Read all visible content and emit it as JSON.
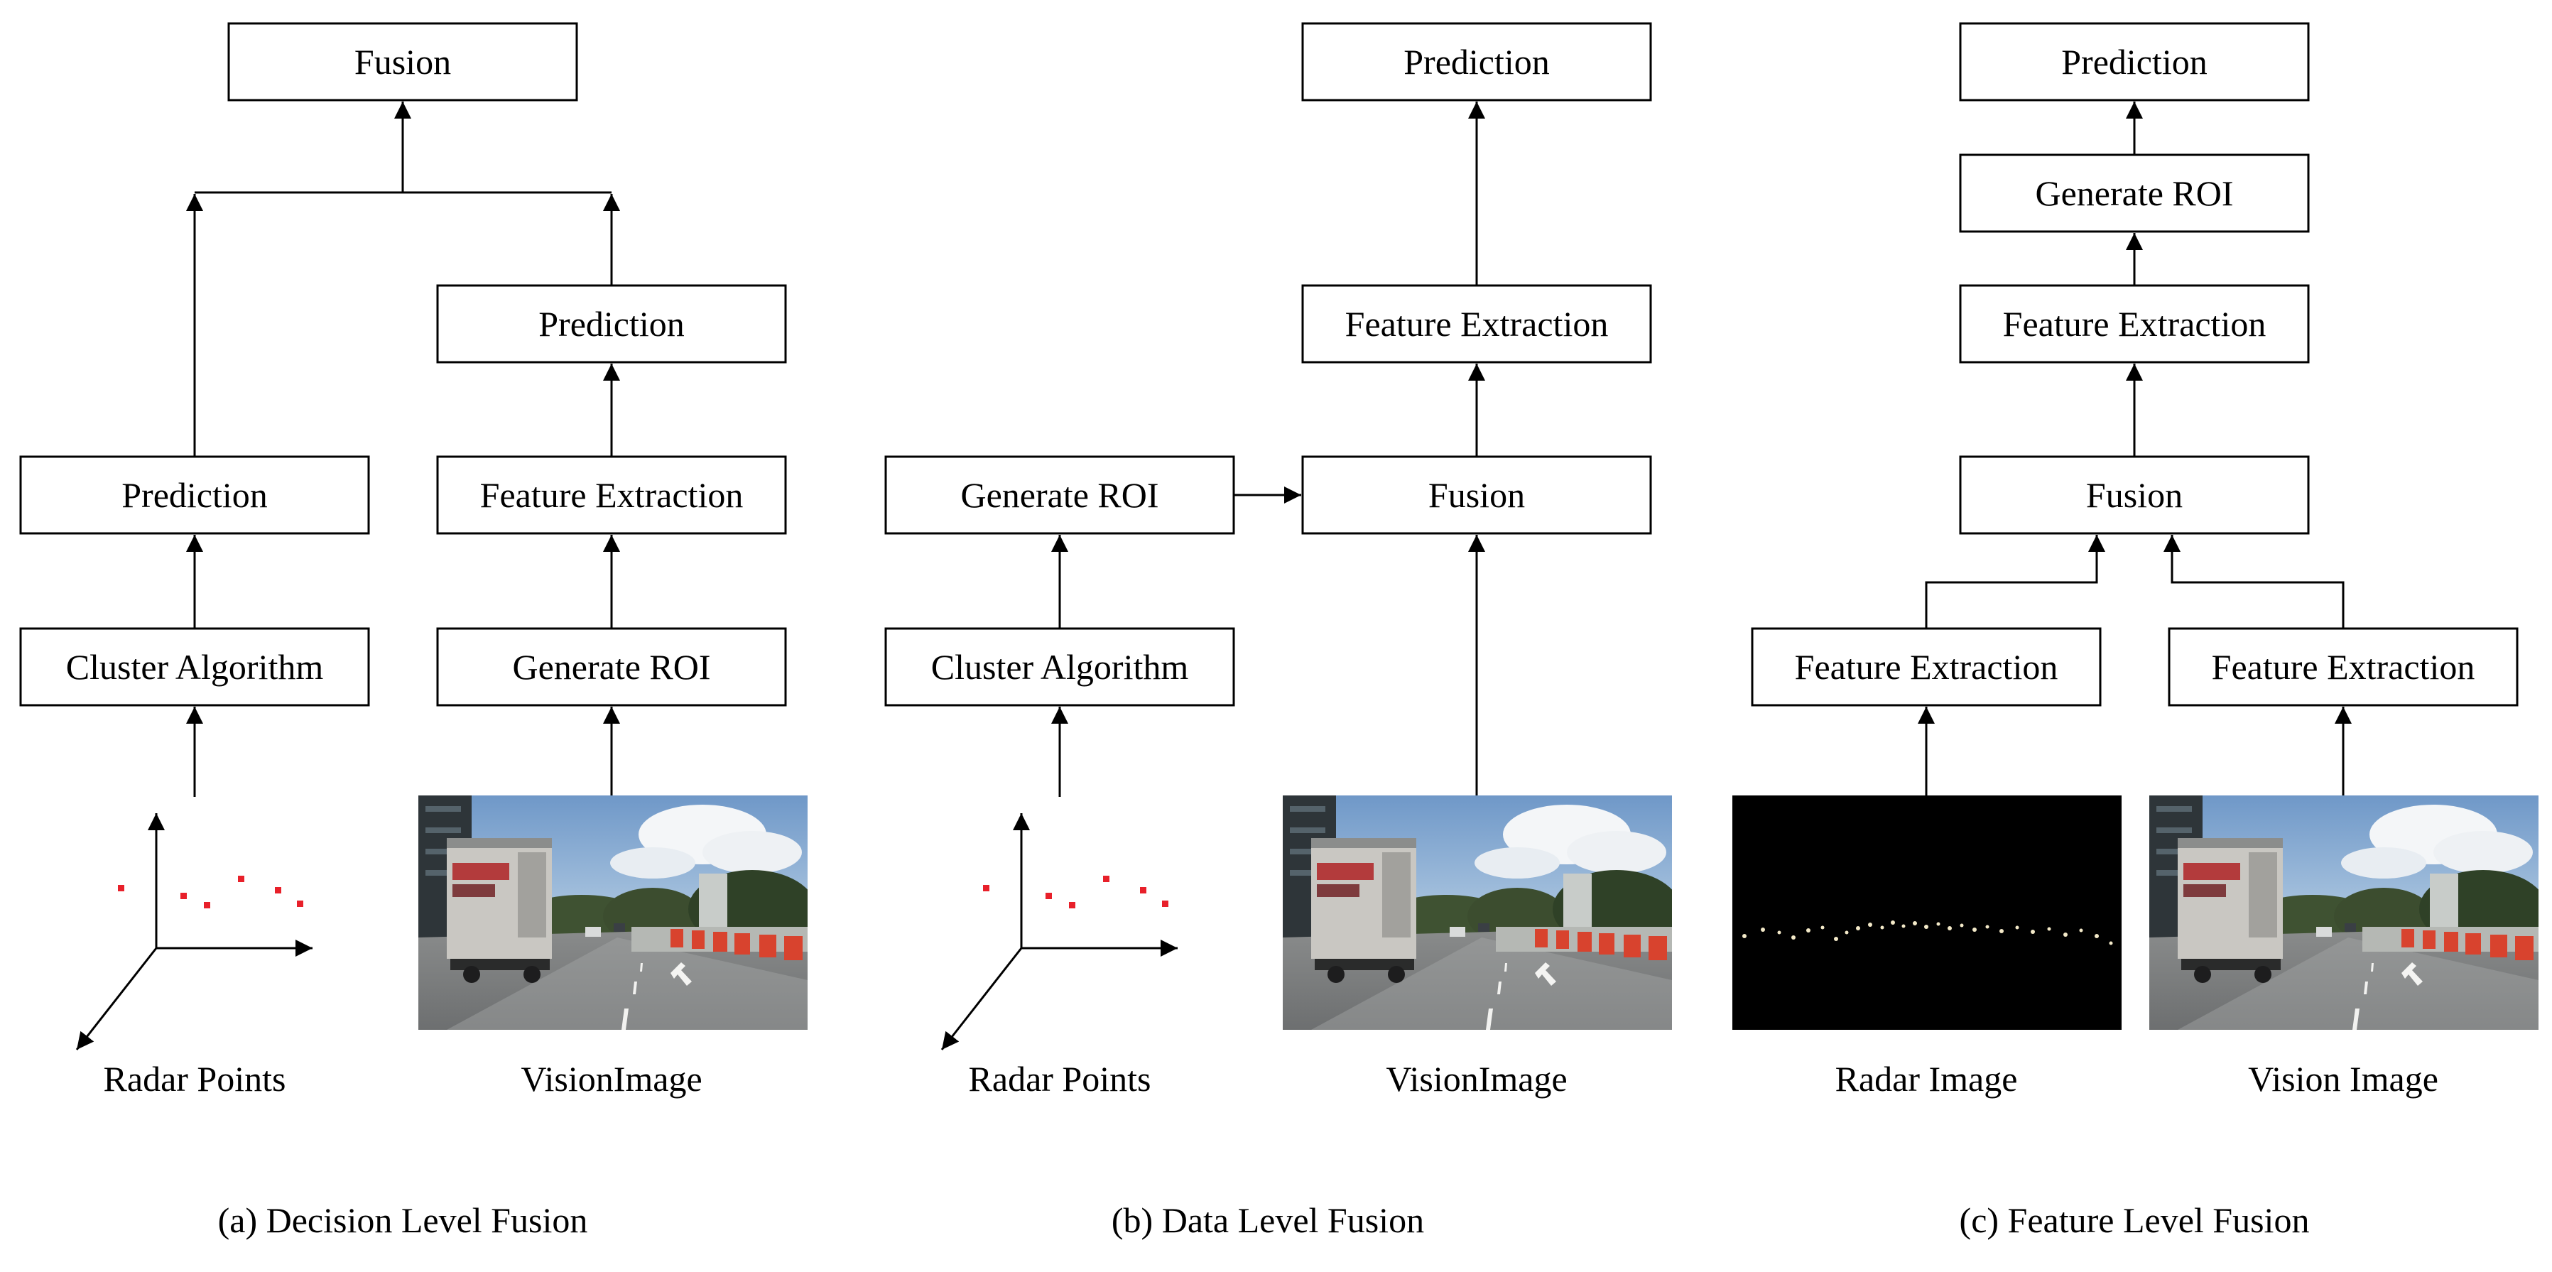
{
  "panels": {
    "a": {
      "caption": "(a) Decision Level Fusion",
      "boxes": {
        "fusion": "Fusion",
        "prediction_right": "Prediction",
        "prediction_left": "Prediction",
        "feature_extraction": "Feature Extraction",
        "cluster_algorithm": "Cluster Algorithm",
        "generate_roi": "Generate ROI"
      },
      "labels": {
        "radar": "Radar Points",
        "vision": "VisionImage"
      }
    },
    "b": {
      "caption": "(b) Data Level Fusion",
      "boxes": {
        "prediction": "Prediction",
        "feature_extraction": "Feature Extraction",
        "generate_roi": "Generate ROI",
        "fusion": "Fusion",
        "cluster_algorithm": "Cluster Algorithm"
      },
      "labels": {
        "radar": "Radar Points",
        "vision": "VisionImage"
      }
    },
    "c": {
      "caption": "(c) Feature Level Fusion",
      "boxes": {
        "prediction": "Prediction",
        "generate_roi": "Generate ROI",
        "feature_extraction_top": "Feature Extraction",
        "fusion": "Fusion",
        "feature_extraction_radar": "Feature Extraction",
        "feature_extraction_vision": "Feature Extraction"
      },
      "labels": {
        "radar": "Radar Image",
        "vision": "Vision Image"
      }
    }
  },
  "colors": {
    "line": "#000000",
    "radar_points": "#e8202a",
    "radar_image_bg": "#000000"
  }
}
